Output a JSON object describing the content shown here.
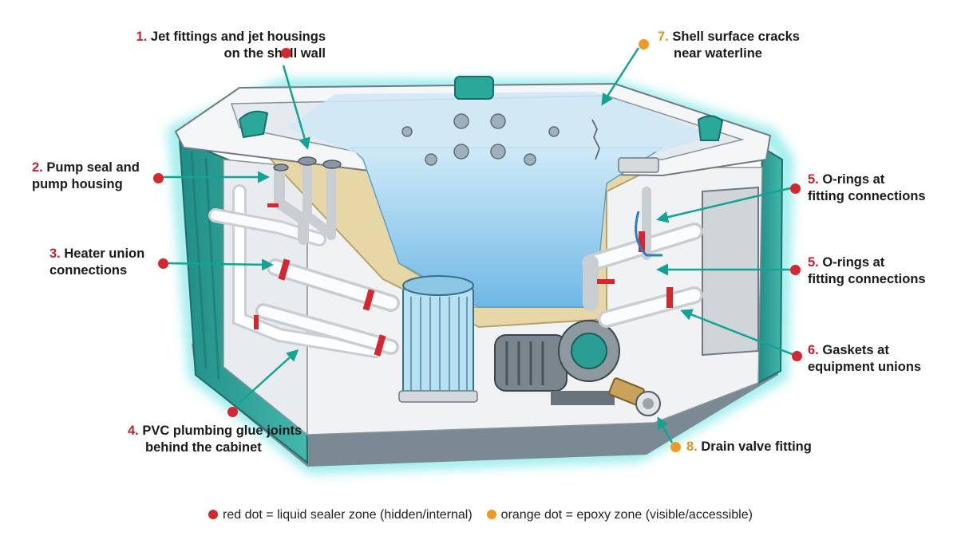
{
  "colors": {
    "red_dot": "#d6262f",
    "orange_dot": "#f09a24",
    "arrow": "#12a394",
    "cabinet": "#2a9d94",
    "water": "#8fcdef",
    "glow": "#58e0e0"
  },
  "callouts": [
    {
      "num": "1.",
      "lines": [
        "Jet fittings and jet housings",
        "on the shell wall"
      ],
      "dot": "red"
    },
    {
      "num": "2.",
      "lines": [
        "Pump seal and",
        "pump housing"
      ],
      "dot": "red"
    },
    {
      "num": "3.",
      "lines": [
        "Heater union",
        "connections"
      ],
      "dot": "red"
    },
    {
      "num": "4.",
      "lines": [
        "PVC plumbing glue joints",
        "behind the cabinet"
      ],
      "dot": "red"
    },
    {
      "num": "5.",
      "lines": [
        "O-rings at",
        "fitting connections"
      ],
      "dot": "red"
    },
    {
      "num": "5.",
      "lines": [
        "O-rings at",
        "fitting connections"
      ],
      "dot": "red"
    },
    {
      "num": "6.",
      "lines": [
        "Gaskets at",
        "equipment unions"
      ],
      "dot": "red"
    },
    {
      "num": "7.",
      "lines": [
        "Shell surface cracks",
        "near waterline"
      ],
      "dot": "orange"
    },
    {
      "num": "8.",
      "lines": [
        "Drain valve fitting"
      ],
      "dot": "orange"
    }
  ],
  "legend": {
    "red": "red dot = liquid sealer zone (hidden/internal)",
    "orange": "orange dot = epoxy zone (visible/accessible)"
  }
}
